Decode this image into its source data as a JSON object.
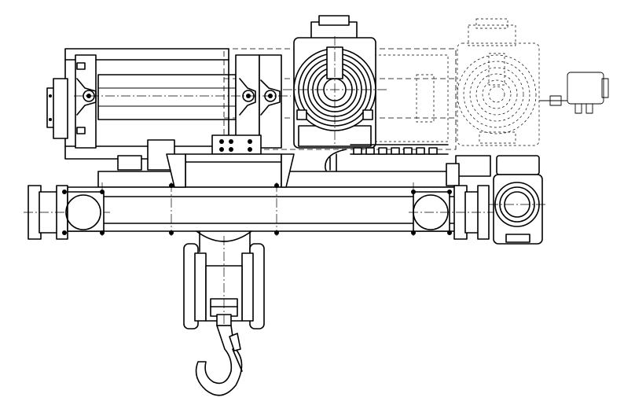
{
  "drawing": {
    "components": [
      {
        "name": "wire-rope-drum"
      },
      {
        "name": "hoist-motor"
      },
      {
        "name": "hoist-motor-alternate-position"
      },
      {
        "name": "trolley-frame"
      },
      {
        "name": "rail-wheel-left"
      },
      {
        "name": "rail-wheel-right"
      },
      {
        "name": "travel-drive-motor"
      },
      {
        "name": "cable-drag-chain"
      },
      {
        "name": "hook-block"
      },
      {
        "name": "crane-hook"
      }
    ],
    "colors": {
      "line": "#000000",
      "background": "#ffffff"
    }
  }
}
